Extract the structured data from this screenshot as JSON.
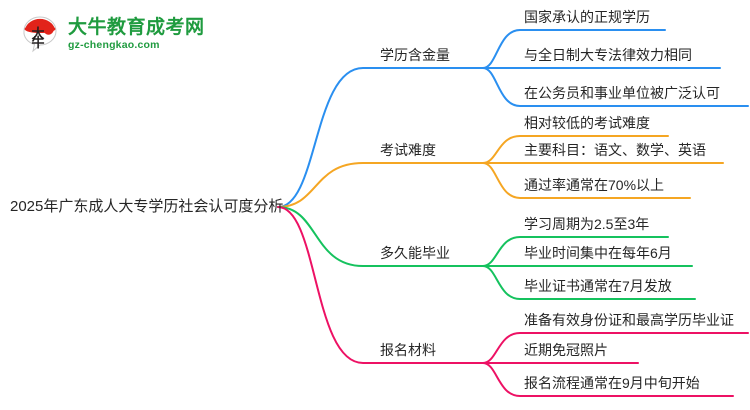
{
  "logo": {
    "badge_text": "大牛",
    "badge_icon": "cow-head-badge-icon",
    "title": "大牛教育成考网",
    "domain": "gz-chengkao.com",
    "brand_color": "#1f9b3f",
    "badge_color": "#e2231a"
  },
  "mindmap": {
    "root": {
      "label": "2025年广东成人大专学历社会认可度分析"
    },
    "branches": [
      {
        "label": "学历含金量",
        "color": "#2a8ff0",
        "children": [
          {
            "label": "国家承认的正规学历"
          },
          {
            "label": "与全日制大专法律效力相同"
          },
          {
            "label": "在公务员和事业单位被广泛认可"
          }
        ]
      },
      {
        "label": "考试难度",
        "color": "#f5a623",
        "children": [
          {
            "label": "相对较低的考试难度"
          },
          {
            "label": "主要科目：语文、数学、英语"
          },
          {
            "label": "通过率通常在70%以上"
          }
        ]
      },
      {
        "label": "多久能毕业",
        "color": "#15c25e",
        "children": [
          {
            "label": "学习周期为2.5至3年"
          },
          {
            "label": "毕业时间集中在每年6月"
          },
          {
            "label": "毕业证书通常在7月发放"
          }
        ]
      },
      {
        "label": "报名材料",
        "color": "#ed1164",
        "children": [
          {
            "label": "准备有效身份证和最高学历毕业证"
          },
          {
            "label": "近期免冠照片"
          },
          {
            "label": "报名流程通常在9月中旬开始"
          }
        ]
      }
    ]
  }
}
